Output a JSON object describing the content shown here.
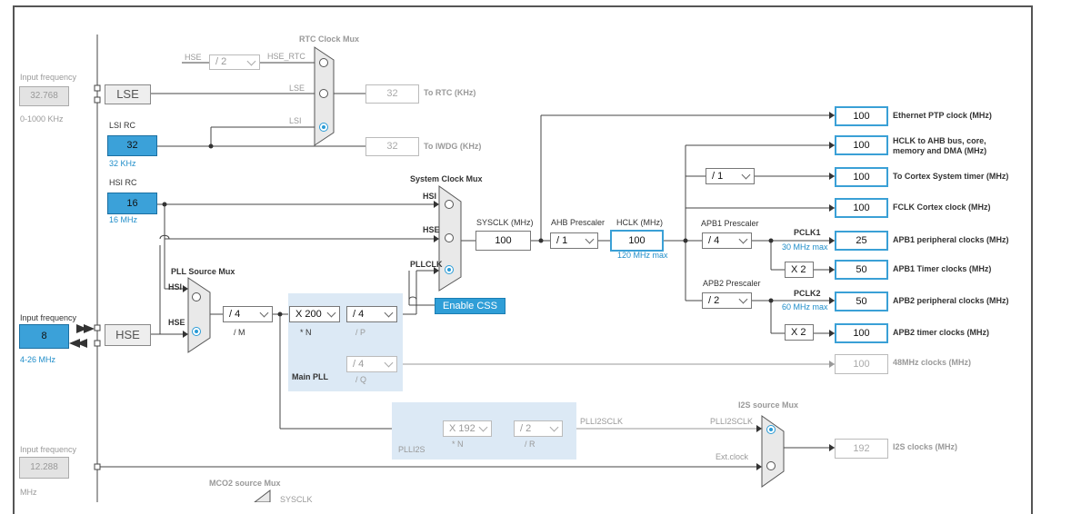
{
  "left": {
    "lse_in_title": "Input frequency",
    "lse_in_value": "32.768",
    "lse_in_range": "0-1000 KHz",
    "lse_label": "LSE",
    "lsirc_title": "LSI RC",
    "lsirc_value": "32",
    "lsirc_sub": "32 KHz",
    "hsirc_title": "HSI RC",
    "hsirc_value": "16",
    "hsirc_sub": "16 MHz",
    "hse_in_title": "Input frequency",
    "hse_in_value": "8",
    "hse_in_range": "4-26 MHz",
    "hse_label": "HSE",
    "i2s_in_title": "Input frequency",
    "i2s_in_value": "12.288",
    "i2s_in_unit": "MHz"
  },
  "rtc": {
    "title": "RTC Clock Mux",
    "hse_label": "HSE",
    "div_value": "/ 2",
    "hse_rtc": "HSE_RTC",
    "lse": "LSE",
    "lsi": "LSI",
    "to_rtc_value": "32",
    "to_rtc_label": "To RTC (KHz)",
    "to_iwdg_value": "32",
    "to_iwdg_label": "To IWDG (KHz)"
  },
  "sysmux": {
    "title": "System Clock Mux",
    "hsi": "HSI",
    "hse": "HSE",
    "pllclk": "PLLCLK",
    "enable_css": "Enable CSS",
    "sysclk_label": "SYSCLK (MHz)",
    "sysclk_value": "100",
    "ahb_label": "AHB Prescaler",
    "ahb_value": "/ 1",
    "hclk_label": "HCLK (MHz)",
    "hclk_value": "100",
    "hclk_max": "120 MHz max"
  },
  "pll": {
    "src_title": "PLL Source Mux",
    "hsi": "HSI",
    "hse": "HSE",
    "m_value": "/ 4",
    "m_label": "/ M",
    "n_value": "X 200",
    "n_label": "* N",
    "p_value": "/ 4",
    "p_label": "/ P",
    "q_value": "/ 4",
    "q_label": "/ Q",
    "main_label": "Main PLL"
  },
  "plli2s": {
    "n_value": "X 192",
    "n_label": "* N",
    "r_value": "/ 2",
    "r_label": "/ R",
    "label": "PLLI2S",
    "out_label": "PLLI2SCLK"
  },
  "i2smux": {
    "title": "I2S source Mux",
    "plli2sclk": "PLLI2SCLK",
    "ext": "Ext.clock",
    "out_value": "192",
    "out_label": "I2S clocks (MHz)"
  },
  "outputs": {
    "eth_value": "100",
    "eth_label": "Ethernet PTP clock (MHz)",
    "hclk_value": "100",
    "hclk_label": "HCLK to AHB bus, core, memory and DMA (MHz)",
    "cortex_div": "/ 1",
    "cortex_value": "100",
    "cortex_label": "To Cortex System timer (MHz)",
    "fclk_value": "100",
    "fclk_label": "FCLK Cortex clock (MHz)",
    "apb1_title": "APB1 Prescaler",
    "apb1_div": "/ 4",
    "pclk1": "PCLK1",
    "pclk1_max": "30 MHz max",
    "apb1p_value": "25",
    "apb1p_label": "APB1 peripheral clocks (MHz)",
    "apb1t_mul": "X 2",
    "apb1t_value": "50",
    "apb1t_label": "APB1 Timer clocks (MHz)",
    "apb2_title": "APB2 Prescaler",
    "apb2_div": "/ 2",
    "pclk2": "PCLK2",
    "pclk2_max": "60 MHz max",
    "apb2p_value": "50",
    "apb2p_label": "APB2 peripheral clocks (MHz)",
    "apb2t_mul": "X 2",
    "apb2t_value": "100",
    "apb2t_label": "APB2 timer clocks (MHz)",
    "mhz48_value": "100",
    "mhz48_label": "48MHz clocks (MHz)"
  },
  "mco2": {
    "title": "MCO2 source Mux",
    "sysclk": "SYSCLK"
  }
}
